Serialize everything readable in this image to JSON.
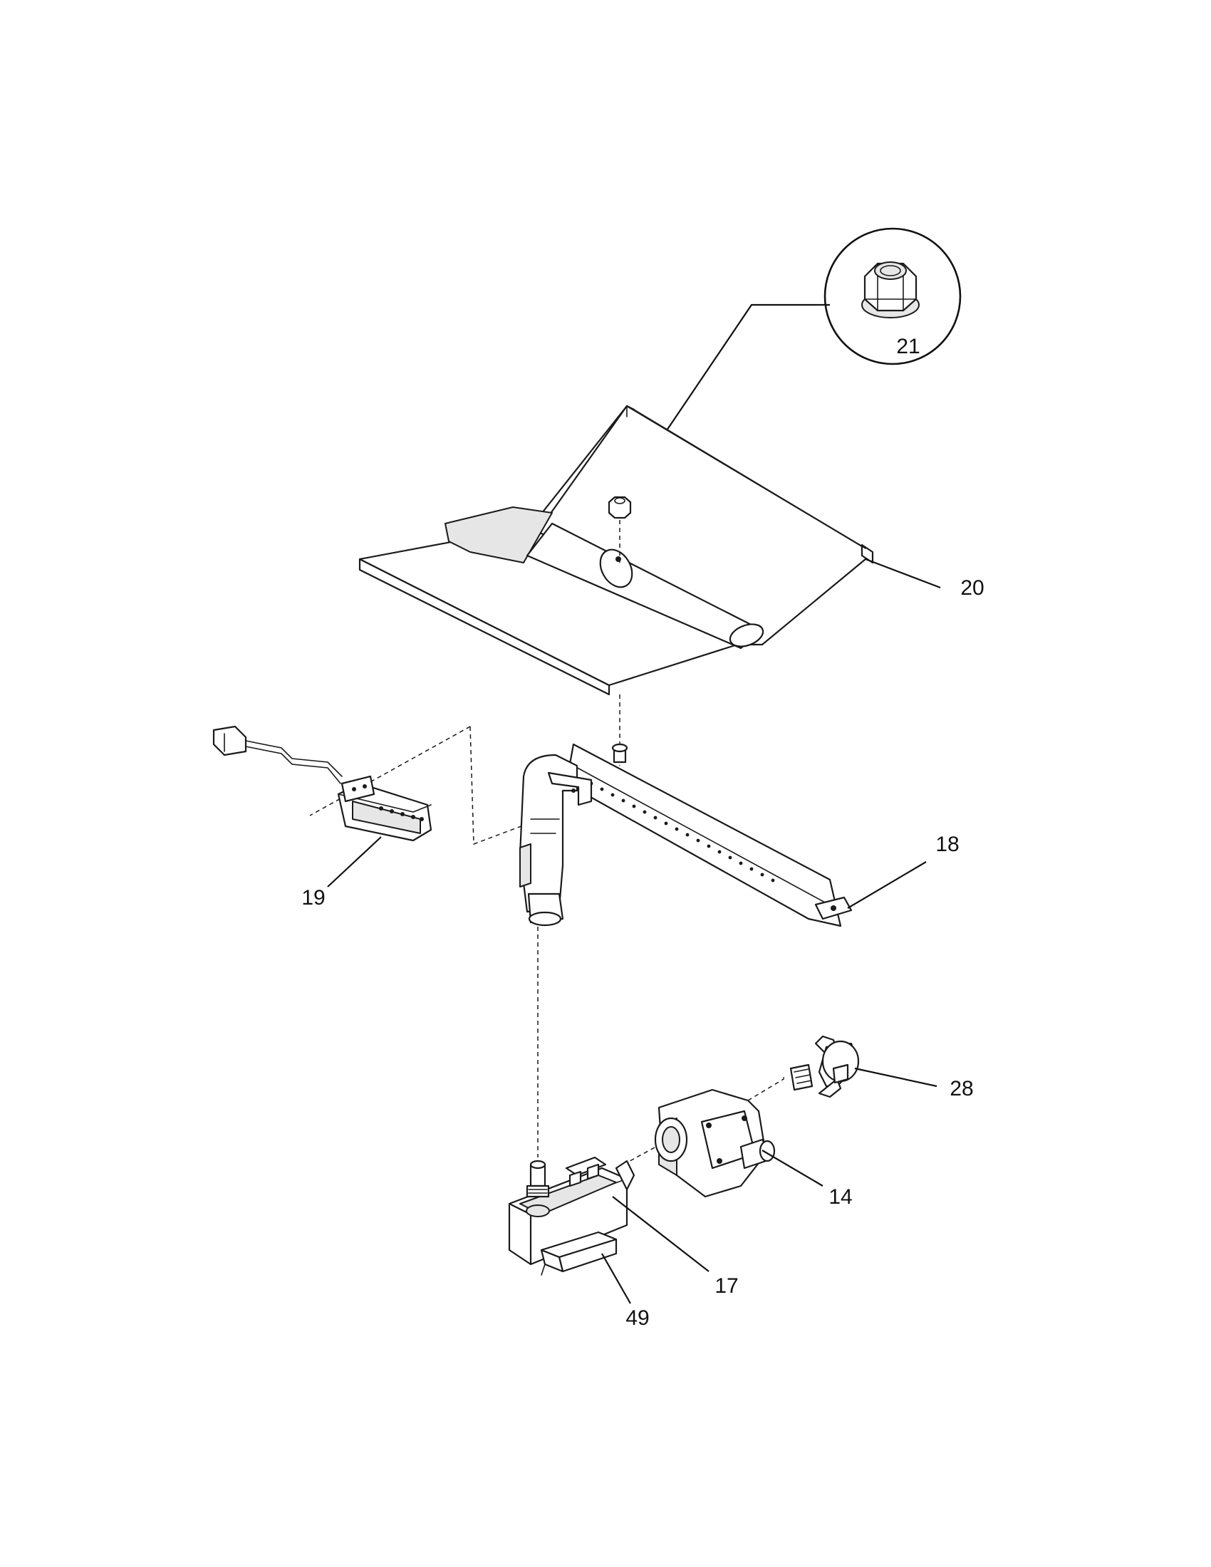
{
  "diagram": {
    "callouts": {
      "c21": "21",
      "c20": "20",
      "c18": "18",
      "c19": "19",
      "c28": "28",
      "c14": "14",
      "c17": "17",
      "c49": "49"
    }
  }
}
